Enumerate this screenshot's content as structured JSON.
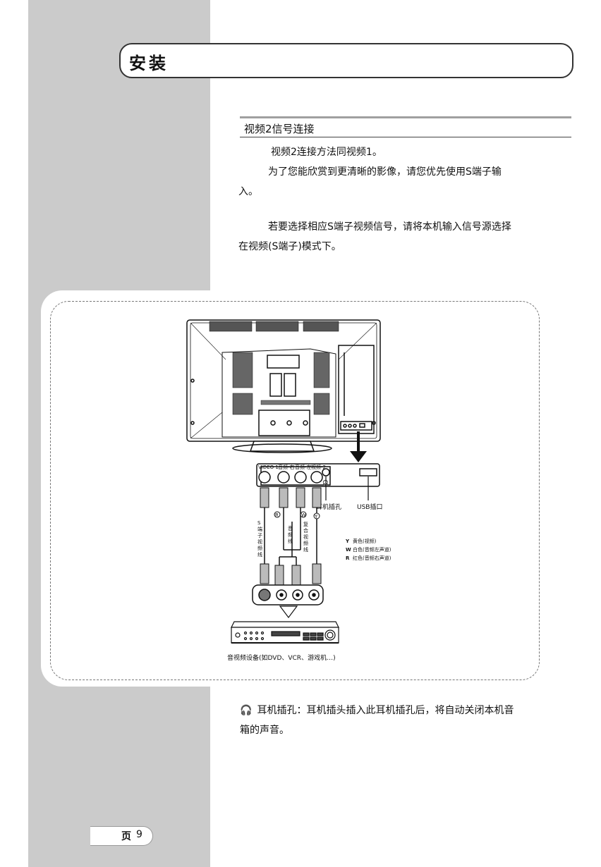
{
  "header": {
    "title": "安装"
  },
  "section": {
    "title": "视频2信号连接",
    "para1": "视频2连接方法同视频1。",
    "para2": "为了您能欣赏到更清晰的影像，请您优先使用S端子输入。",
    "para3": "若要选择相应S端子视频信号，请将本机输入信号源选择在视频(S端子)模式下。"
  },
  "diagram": {
    "jack_labels": [
      "VIDEO 1",
      "音频-右",
      "音频-左",
      "视频-2"
    ],
    "earphone_label": "耳机插孔",
    "usb_label": "USB插口",
    "s_cable_label": [
      "S",
      "端",
      "子",
      "视",
      "频",
      "线"
    ],
    "audio_cable_label": [
      "音",
      "频",
      "线"
    ],
    "video_cable_label": [
      "复",
      "合",
      "视",
      "频",
      "线"
    ],
    "marker_r": "R",
    "marker_w": "W",
    "marker_y": "Y",
    "legend": [
      {
        "key": "Y",
        "text": "黄色(视频)"
      },
      {
        "key": "W",
        "text": "白色(音频左声道)"
      },
      {
        "key": "R",
        "text": "红色(音频右声道)"
      }
    ],
    "device_caption": "音视频设备(如DVD、VCR、游戏机…)"
  },
  "note": {
    "icon": "headphone-icon",
    "text": "耳机插孔：耳机插头插入此耳机插孔后，将自动关闭本机音箱的声音。"
  },
  "footer": {
    "page_label": "页",
    "page_number": "9"
  }
}
